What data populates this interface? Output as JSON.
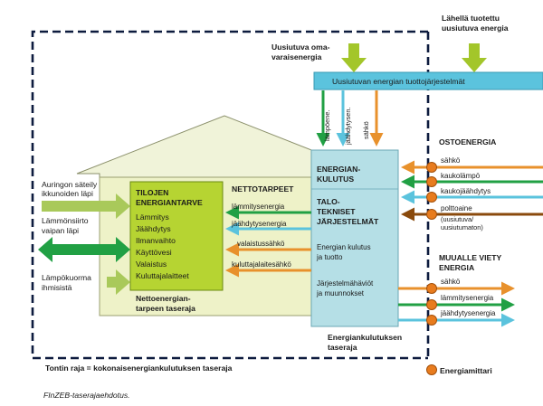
{
  "colors": {
    "green": "#21a044",
    "light_green_arrow": "#a9c95a",
    "demand_box": "#b6d432",
    "house_fill": "#f0f3d9",
    "tech_box": "#b5dfe6",
    "blue": "#5bc3dd",
    "orange": "#e8912c",
    "brown": "#8a4a0c",
    "meter": "#e87c1e",
    "boundary": "#0d1b3e"
  },
  "labels": {
    "renewable_self": [
      "Uusiutuva oma-",
      "varaisenergia"
    ],
    "renewable_near": [
      "Lähellä tuotettu",
      "uusiutuva energia"
    ],
    "production_system": "Uusiutuvan energian tuottojärjestelmät",
    "vert_heat": "lämpöene.",
    "vert_cool": "jäähdytysen.",
    "vert_elec": "sähkö",
    "purchased_heading": "OSTOENERGIA",
    "purchased_items": [
      "sähkö",
      "kaukolämpö",
      "kaukojäähdytys",
      "polttoaine"
    ],
    "fuel_note": [
      "(uusiutuva/",
      "uusiutumaton)"
    ],
    "exported_heading": [
      "MUUALLE VIETY",
      "ENERGIA"
    ],
    "exported_items": [
      "sähkö",
      "lämmitysenergia",
      "jäähdytysenergia"
    ],
    "solar_gain": [
      "Auringon säteily",
      "ikkunoiden läpi"
    ],
    "envelope_transfer": [
      "Lämmönsiirto",
      "vaipan läpi"
    ],
    "internal_gain": [
      "Lämpökuorma",
      "ihmisistä"
    ],
    "demand_title": [
      "TILOJEN",
      "ENERGIANTARVE"
    ],
    "demand_items": [
      "Lämmitys",
      "Jäähdytys",
      "Ilmanvaihto",
      "Käyttövesi",
      "Valaistus",
      "Kuluttajalaitteet"
    ],
    "net_needs": "NETTOTARPEET",
    "need_items": [
      "lämmitysenergia",
      "jäähdytysenergia",
      "valaistussähkö",
      "kuluttajalaitesähkö"
    ],
    "net_boundary": [
      "Nettoenergian-",
      "tarpeen taseraja"
    ],
    "consumption_title": [
      "ENERGIAN-",
      "KULUTUS"
    ],
    "tech_title": [
      "TALO-",
      "TEKNISET",
      "JÄRJESTELMÄT"
    ],
    "tech_desc1": [
      "Energian kulutus",
      "ja tuotto"
    ],
    "tech_desc2": [
      "Järjestelmähäviöt",
      "ja muunnokset"
    ],
    "consumption_boundary": [
      "Energiankulutuksen",
      "taseraja"
    ],
    "site_boundary": "Tontin raja = kokonaisenergiankulutuksen taseraja",
    "meter_legend": "Energiamittari",
    "caption": "FInZEB-taserajaehdotus."
  }
}
